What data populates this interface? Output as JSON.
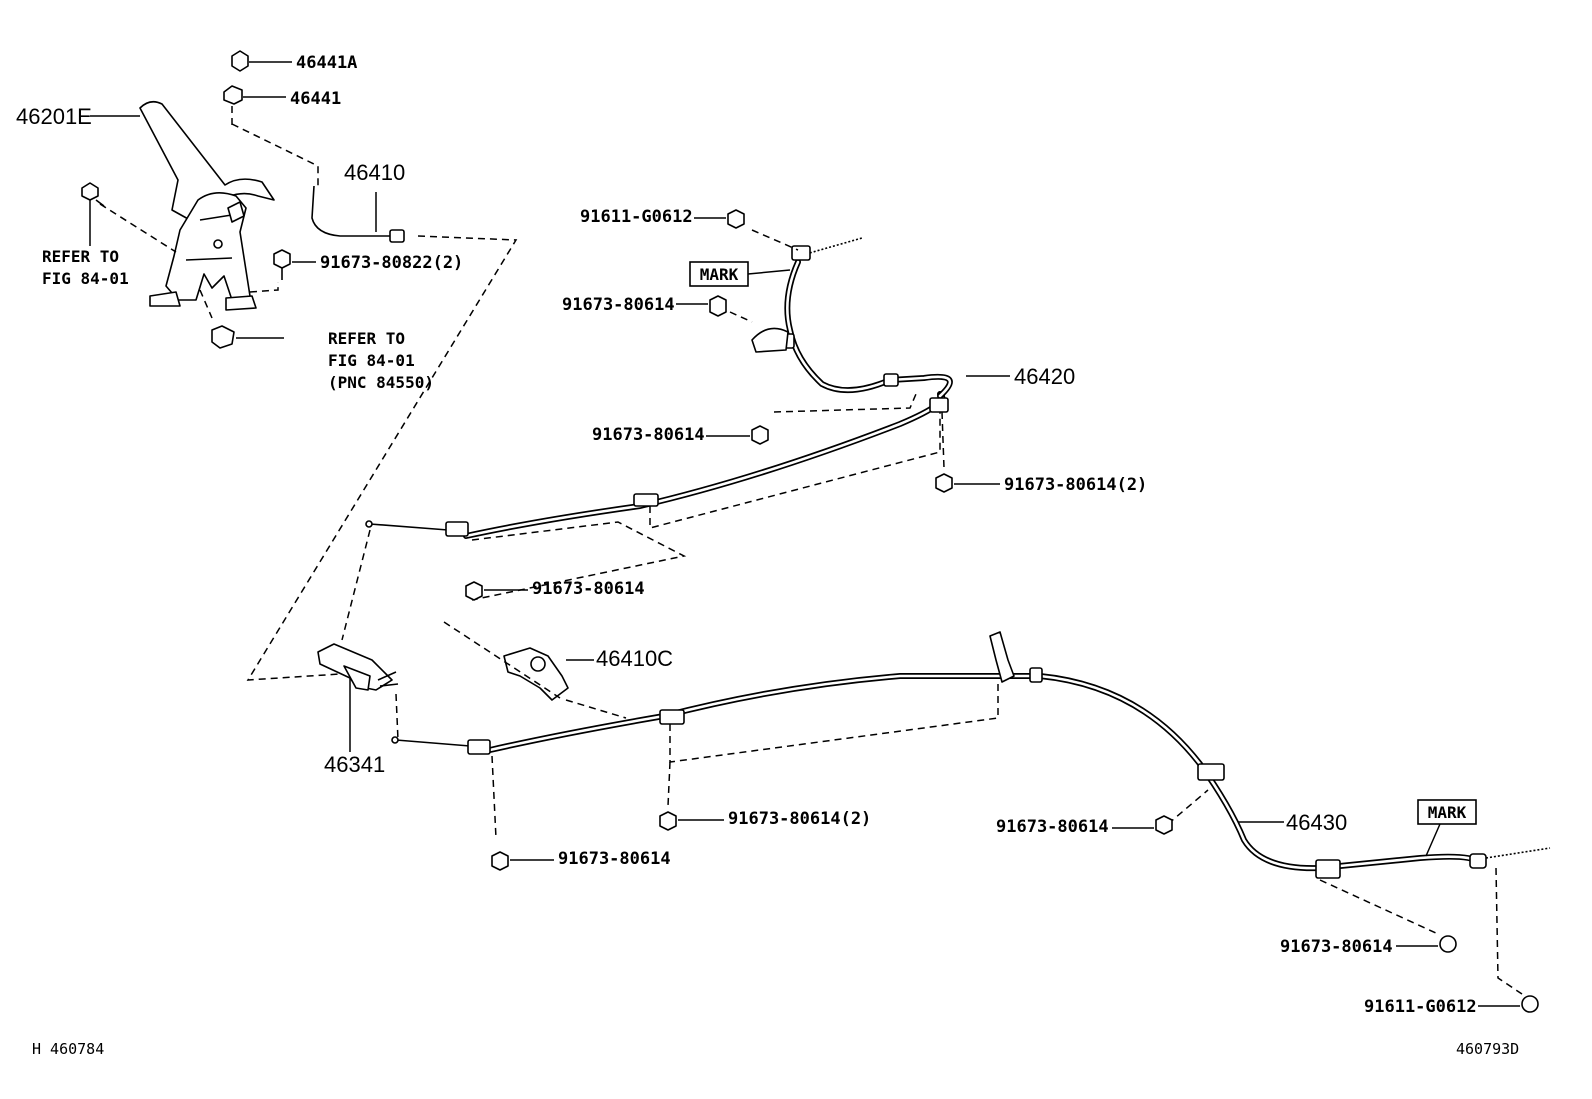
{
  "diagram": {
    "parts": {
      "p46441A": "46441A",
      "p46441": "46441",
      "p46201E": "46201E",
      "p46410": "46410",
      "p91673_80822_2": "91673-80822(2)",
      "p91611_G0612_top": "91611-G0612",
      "p91673_80614_a": "91673-80614",
      "p46420": "46420",
      "p91673_80614_b": "91673-80614",
      "p91673_80614_2_a": "91673-80614(2)",
      "p91673_80614_c": "91673-80614",
      "p46410C": "46410C",
      "p46341": "46341",
      "p91673_80614_2_b": "91673-80614(2)",
      "p91673_80614_d": "91673-80614",
      "p91673_80614_e": "91673-80614",
      "p46430": "46430",
      "p91673_80614_f": "91673-80614",
      "p91611_G0612_bottom": "91611-G0612"
    },
    "marks": {
      "mark_upper": "MARK",
      "mark_lower": "MARK"
    },
    "references": {
      "ref1_line1": "REFER TO",
      "ref1_line2": "FIG 84-01",
      "ref2_line1": "REFER TO",
      "ref2_line2": "FIG 84-01",
      "ref2_line3": "(PNC 84550)"
    },
    "footer": {
      "left_code": "H 460784",
      "right_code": "460793D"
    }
  }
}
